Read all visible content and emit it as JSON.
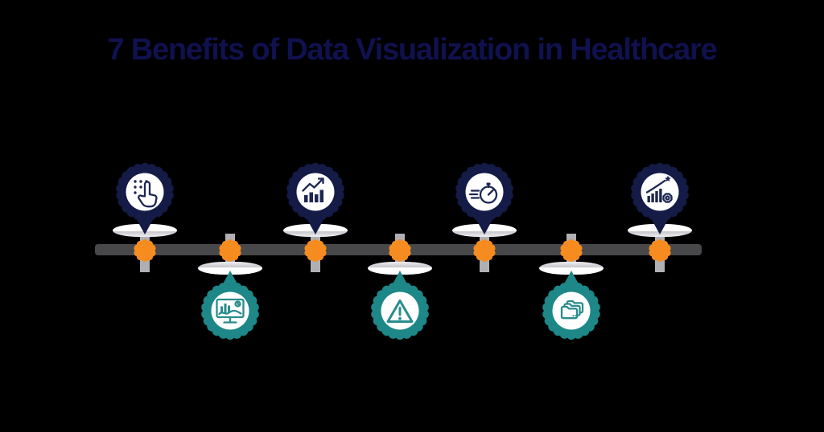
{
  "title": {
    "text": "7 Benefits of Data Visualization in Healthcare"
  },
  "colors": {
    "background": "#000000",
    "title_color": "#10114f",
    "navy": "#141b46",
    "navy_icon": "#1d2752",
    "teal": "#1e8788",
    "teal_icon": "#2a8c8d",
    "orange": "#f68b1f",
    "timeline_bar": "#48484a",
    "stem": "#b0b0b4"
  },
  "timeline": {
    "marker_count": 7,
    "markers": [
      {
        "position": 1,
        "side": "top",
        "theme": "navy",
        "icon": "tap-select-icon"
      },
      {
        "position": 2,
        "side": "bottom",
        "theme": "teal",
        "icon": "dashboard-monitor-icon"
      },
      {
        "position": 3,
        "side": "top",
        "theme": "navy",
        "icon": "growth-chart-icon"
      },
      {
        "position": 4,
        "side": "bottom",
        "theme": "teal",
        "icon": "warning-alert-icon"
      },
      {
        "position": 5,
        "side": "top",
        "theme": "navy",
        "icon": "stopwatch-speed-icon"
      },
      {
        "position": 6,
        "side": "bottom",
        "theme": "teal",
        "icon": "organized-folders-icon"
      },
      {
        "position": 7,
        "side": "top",
        "theme": "navy",
        "icon": "analytics-gear-icon"
      }
    ]
  }
}
